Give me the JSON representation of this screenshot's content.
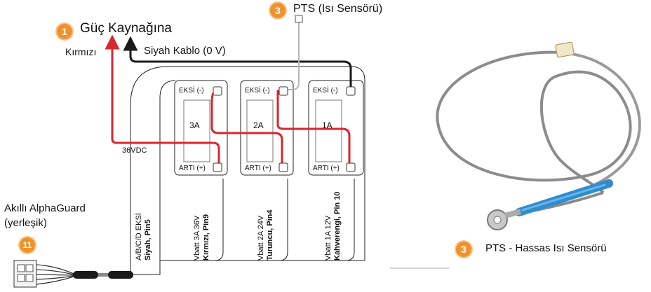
{
  "power": {
    "badge": "1",
    "title": "Güç Kaynağına",
    "red_label": "Kırmızı",
    "black_label": "Siyah Kablo (0 V)"
  },
  "pts_top": {
    "badge": "3",
    "title": "PTS (Isı Sensörü)"
  },
  "voltage_label": "36VDC",
  "batteries": [
    {
      "neg": "EKSİ (-)",
      "pos": "ARTI (+)",
      "cap": "3A",
      "line1": "Vbatt 3A 36V",
      "line2": "Kırmızı, Pin9"
    },
    {
      "neg": "EKSİ (-)",
      "pos": "ARTI (+)",
      "cap": "2A",
      "line1": "Vbatt 2A 24V",
      "line2": "Turuncu, Pin4"
    },
    {
      "neg": "EKSİ (-)",
      "pos": "ARTI (+)",
      "cap": "1A",
      "line1": "Vbatt 1A 12V",
      "line2": "Kahverengi, Pin 10"
    }
  ],
  "common": {
    "line1": "A/B/C/D EKSİ",
    "line2": "Siyah, Pin5"
  },
  "alphaguard": {
    "badge": "11",
    "line1": "Akıllı AlphaGuard",
    "line2": "(yerleşik)"
  },
  "pts_bottom": {
    "badge": "3",
    "title": "PTS - Hassas Isı Sensörü"
  },
  "colors": {
    "red": "#d9262c",
    "black": "#1a1a1a",
    "gray": "#9b9b9b",
    "badge": "#f0922b",
    "blue": "#2f8ccf"
  }
}
